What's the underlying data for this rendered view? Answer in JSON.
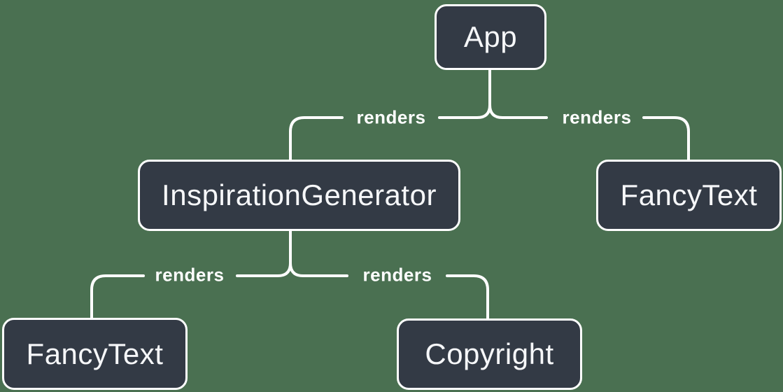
{
  "colors": {
    "background": "#4a7051",
    "node_fill": "#333a45",
    "node_border": "#ffffff",
    "node_text": "#f6f7f9",
    "line": "#ffffff",
    "label_text": "#ffffff"
  },
  "diagram": {
    "type": "render-tree",
    "nodes": [
      {
        "id": "app",
        "label": "App"
      },
      {
        "id": "inspiration-generator",
        "label": "InspirationGenerator"
      },
      {
        "id": "fancy-text-top",
        "label": "FancyText"
      },
      {
        "id": "fancy-text-bottom",
        "label": "FancyText"
      },
      {
        "id": "copyright",
        "label": "Copyright"
      }
    ],
    "edges": [
      {
        "from": "App",
        "to": "InspirationGenerator",
        "label": "renders"
      },
      {
        "from": "App",
        "to": "FancyText",
        "label": "renders"
      },
      {
        "from": "InspirationGenerator",
        "to": "FancyText",
        "label": "renders"
      },
      {
        "from": "InspirationGenerator",
        "to": "Copyright",
        "label": "renders"
      }
    ]
  }
}
